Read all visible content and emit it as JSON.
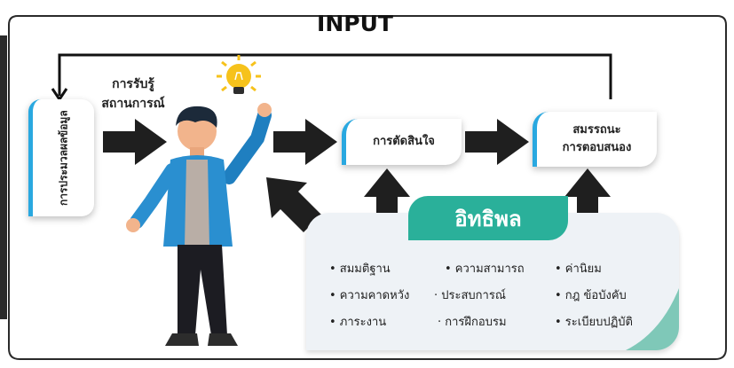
{
  "title": "INPUT",
  "perception_label_line1": "การรับรู้",
  "perception_label_line2": "สถานการณ์",
  "data_evaluation_line1": "การประมวลผล",
  "data_evaluation_line2": "ข้อมูล",
  "decision_label": "การตัดสินใจ",
  "competency_line1": "สมรรถนะ",
  "competency_line2": "การตอบสนอง",
  "influence_title": "อิทธิพล",
  "influence_items": [
    "• สมมติฐาน",
    "• ความสามารถ",
    "• ค่านิยม",
    "• ความคาดหวัง",
    "· ประสบการณ์",
    "• กฎ ข้อบังคับ",
    "• ภาระงาน",
    "· การฝึกอบรม",
    "• ระเบียบปฏิบัติ"
  ],
  "colors": {
    "accent_blue": "#29a8e0",
    "accent_teal": "#2ab09a",
    "arrow": "#1f1f1f",
    "bulb": "#f6c21b"
  }
}
